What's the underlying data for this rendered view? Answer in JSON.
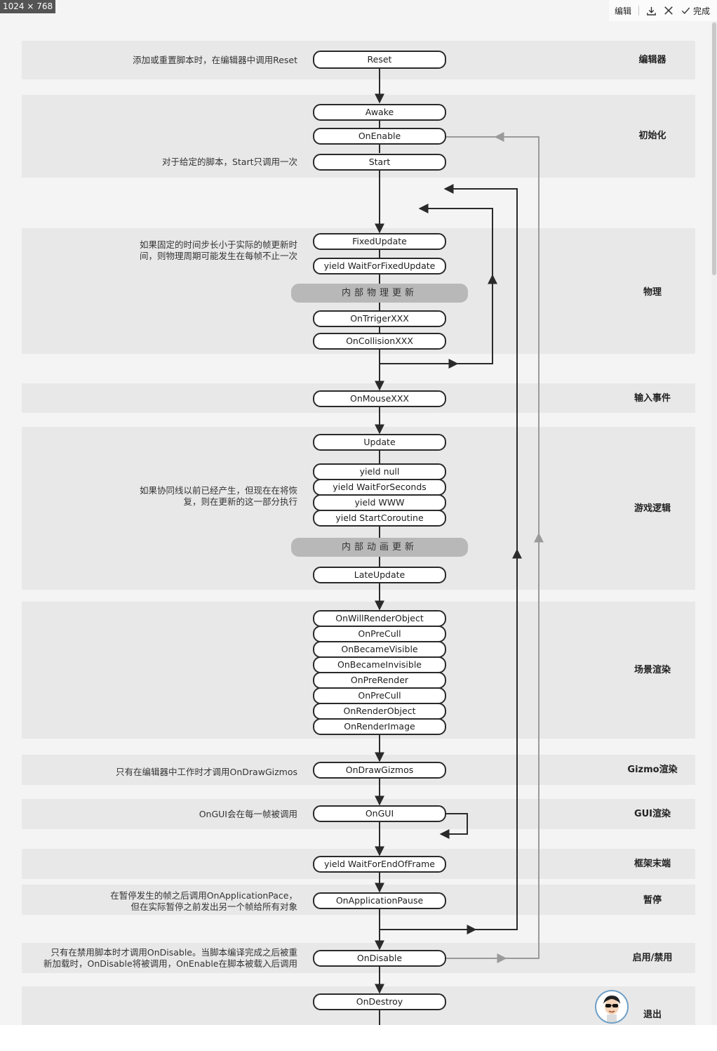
{
  "viewer": {
    "dimension_badge": "1024 × 768",
    "edit_label": "编辑",
    "done_label": "完成",
    "icons": {
      "download": "download-icon",
      "close": "close-icon",
      "done": "check-icon"
    }
  },
  "sections": {
    "editor": "编辑器",
    "init": "初始化",
    "physics": "物理",
    "input": "输入事件",
    "logic": "游戏逻辑",
    "render": "场景渲染",
    "gizmo": "Gizmo渲染",
    "gui": "GUI渲染",
    "frame_end": "框架末端",
    "pause": "暂停",
    "enable_disable": "启用/禁用",
    "exit": "退出"
  },
  "notes": {
    "reset": "添加或重置脚本时，在编辑器中调用Reset",
    "start": "对于给定的脚本，Start只调用一次",
    "physics_1": "如果固定的时间步长小于实际的帧更新时",
    "physics_2": "间，则物理周期可能发生在每帧不止一次",
    "coroutine_1": "如果协同线以前已经产生，但现在在将恢",
    "coroutine_2": "复，则在更新的这一部分执行",
    "gizmos": "只有在编辑器中工作时才调用OnDrawGizmos",
    "gui": "OnGUI会在每一帧被调用",
    "pause_1": "在暂停发生的帧之后调用OnApplicationPace，",
    "pause_2": "但在实际暂停之前发出另一个帧给所有对象",
    "disable_1": "只有在禁用脚本时才调用OnDisable。当脚本编译完成之后被重",
    "disable_2": "新加载时，OnDisable将被调用，OnEnable在脚本被载入后调用"
  },
  "nodes": {
    "reset": "Reset",
    "awake": "Awake",
    "on_enable": "OnEnable",
    "start": "Start",
    "fixed_update": "FixedUpdate",
    "yield_fixed": "yield WaitForFixedUpdate",
    "physics_internal": "内部物理更新",
    "trigger": "OnTrrigerXXX",
    "collision": "OnCollisionXXX",
    "mouse": "OnMouseXXX",
    "update": "Update",
    "yield_null": "yield null",
    "yield_seconds": "yield WaitForSeconds",
    "yield_www": "yield WWW",
    "yield_coroutine": "yield StartCoroutine",
    "anim_internal": "内部动画更新",
    "late_update": "LateUpdate",
    "will_render": "OnWillRenderObject",
    "pre_cull_1": "OnPreCull",
    "became_visible": "OnBecameVisible",
    "became_invisible": "OnBecameInvisible",
    "pre_render": "OnPreRender",
    "pre_cull_2": "OnPreCull",
    "render_object": "OnRenderObject",
    "render_image": "OnRenderImage",
    "draw_gizmos": "OnDrawGizmos",
    "on_gui": "OnGUI",
    "yield_end_frame": "yield WaitForEndOfFrame",
    "app_pause": "OnApplicationPause",
    "on_disable": "OnDisable",
    "on_destroy": "OnDestroy"
  },
  "colors": {
    "band": "#e8e8e8",
    "node_border": "#2a2a2a",
    "pill": "#b8b8b8",
    "main_arrow": "#2a2a2a",
    "enable_arrow": "#9a9a9a"
  }
}
